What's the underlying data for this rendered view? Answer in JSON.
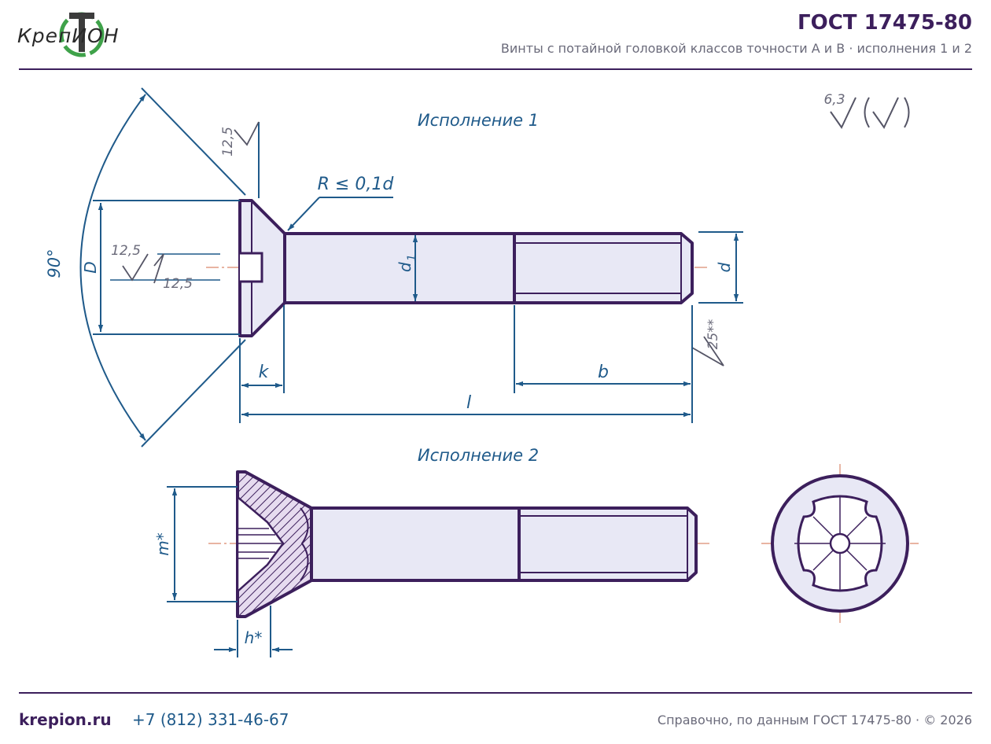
{
  "header": {
    "logo_text": "КрепИОН",
    "title": "ГОСТ 17475-80",
    "subtitle": "Винты с потайной головкой классов точности А и В · исполнения 1 и 2"
  },
  "drawing": {
    "view1_title": "Исполнение 1",
    "view2_title": "Исполнение 2",
    "radius_note": "R ≤ 0,1d",
    "angle": "90°",
    "rough_general": "6,3",
    "rough_head_top": "12,5",
    "rough_slot_a": "12,5",
    "rough_slot_b": "12,5",
    "rough_end": "25**",
    "dims": {
      "D": "D",
      "d1_main": "d",
      "d1_sub": "1",
      "d": "d",
      "k": "k",
      "b": "b",
      "l": "l",
      "m": "m*",
      "h": "h*"
    }
  },
  "footer": {
    "site": "krepion.ru",
    "phone": "+7 (812) 331-46-67",
    "note": "Справочно, по данным ГОСТ 17475-80 · © 2026"
  },
  "colors": {
    "outline": "#3c1f5c",
    "dimension": "#1f5a8a",
    "fill": "#e8e8f5",
    "axis": "#d9876a",
    "logo_green": "#3fa24a"
  }
}
